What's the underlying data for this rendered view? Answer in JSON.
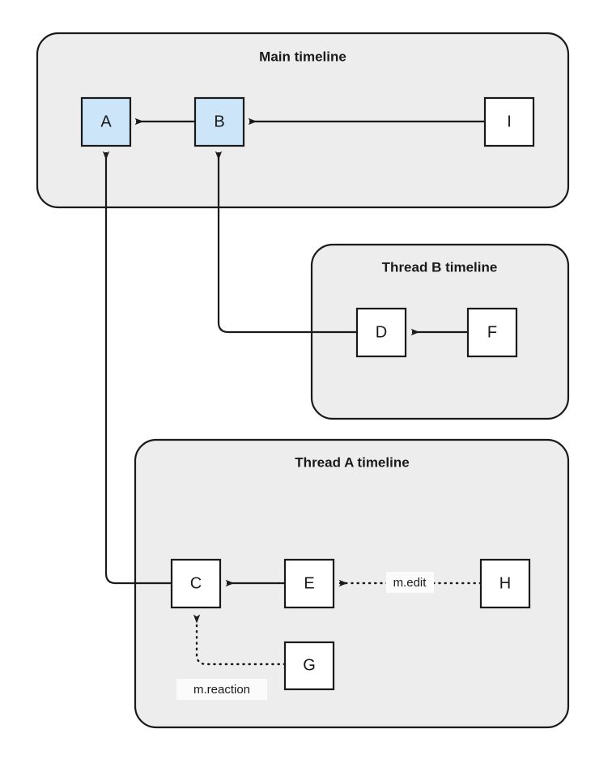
{
  "diagram": {
    "title_font_weight": "bold",
    "background_color": "#ffffff",
    "group_fill": "#ededed",
    "group_stroke": "#1a1a1a",
    "node_fill_plain": "#ffffff",
    "node_fill_highlight": "#cde5f8",
    "edge_color": "#1a1a1a",
    "groups": [
      {
        "id": "main",
        "title": "Main timeline"
      },
      {
        "id": "thread_b",
        "title": "Thread B timeline"
      },
      {
        "id": "thread_a",
        "title": "Thread A timeline"
      }
    ],
    "nodes": [
      {
        "id": "A",
        "label": "A",
        "group": "main",
        "highlighted": true
      },
      {
        "id": "B",
        "label": "B",
        "group": "main",
        "highlighted": true
      },
      {
        "id": "I",
        "label": "I",
        "group": "main",
        "highlighted": false
      },
      {
        "id": "D",
        "label": "D",
        "group": "thread_b",
        "highlighted": false
      },
      {
        "id": "F",
        "label": "F",
        "group": "thread_b",
        "highlighted": false
      },
      {
        "id": "C",
        "label": "C",
        "group": "thread_a",
        "highlighted": false
      },
      {
        "id": "E",
        "label": "E",
        "group": "thread_a",
        "highlighted": false
      },
      {
        "id": "H",
        "label": "H",
        "group": "thread_a",
        "highlighted": false
      },
      {
        "id": "G",
        "label": "G",
        "group": "thread_a",
        "highlighted": false
      }
    ],
    "edges": [
      {
        "from": "B",
        "to": "A",
        "style": "solid",
        "label": ""
      },
      {
        "from": "I",
        "to": "B",
        "style": "solid",
        "label": ""
      },
      {
        "from": "F",
        "to": "D",
        "style": "solid",
        "label": ""
      },
      {
        "from": "D",
        "to": "B",
        "style": "solid",
        "label": ""
      },
      {
        "from": "C",
        "to": "A",
        "style": "solid",
        "label": ""
      },
      {
        "from": "E",
        "to": "C",
        "style": "solid",
        "label": ""
      },
      {
        "from": "H",
        "to": "E",
        "style": "dotted",
        "label": "m.edit"
      },
      {
        "from": "G",
        "to": "C",
        "style": "dotted",
        "label": "m.reaction"
      }
    ],
    "edge_labels": {
      "m_edit": "m.edit",
      "m_reaction": "m.reaction"
    }
  }
}
